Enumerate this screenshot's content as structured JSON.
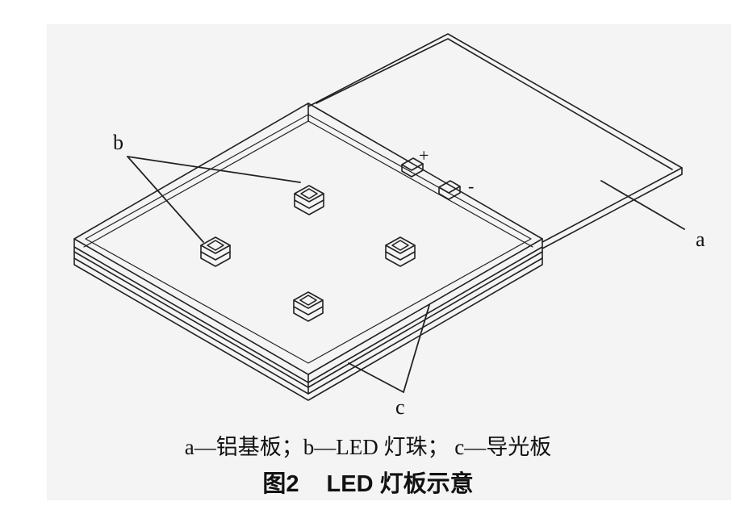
{
  "labels": {
    "a": "a",
    "b": "b",
    "c": "c",
    "plus": "+",
    "minus": "-"
  },
  "caption": {
    "legend": "a—铝基板；b—LED 灯珠； c—导光板",
    "figure_number": "图2",
    "figure_title": "LED 灯板示意"
  }
}
